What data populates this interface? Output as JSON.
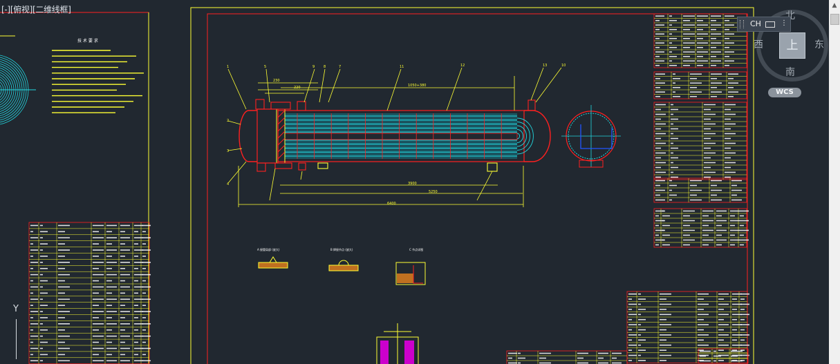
{
  "viewport": {
    "open_bracket": "[",
    "minus": "-",
    "view": "俯视",
    "style": "二维线框",
    "close_bracket": "]"
  },
  "ime": {
    "label": "CH",
    "menu": "⋮"
  },
  "viewcube": {
    "north": "北",
    "south": "南",
    "west": "西",
    "east": "东",
    "face": "上"
  },
  "wcs": {
    "label": "WCS"
  },
  "ucs": {
    "y_label": "Y"
  },
  "drawing": {
    "left_title": "技 术 要 求",
    "detail_a_title": "A 接管局部 (放大)",
    "detail_b_title": "B 焊接节点 (放大)",
    "detail_c_title": "C 节点详图"
  },
  "colors": {
    "background": "#212830",
    "frame": "#ff2020",
    "geometry": "#ffff33",
    "tubes": "#22d8e0",
    "accent": "#2255ff",
    "text": "#ffffff"
  }
}
